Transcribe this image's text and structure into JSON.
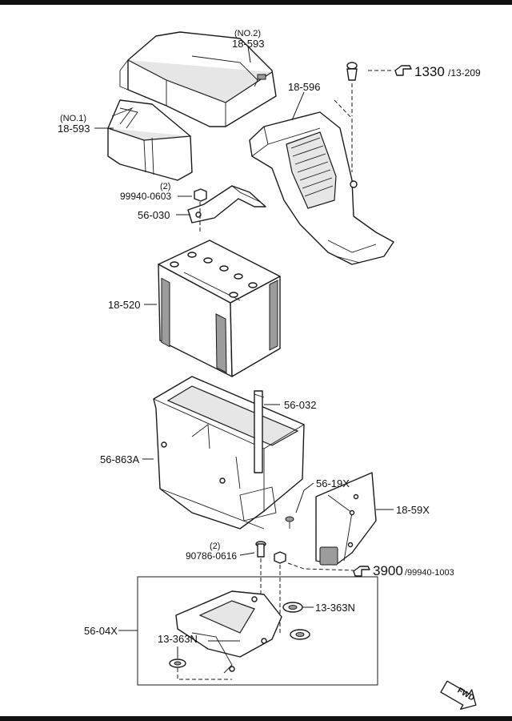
{
  "labels": {
    "no2": "(NO.2)",
    "p18_593_2": "18-593",
    "no1": "(NO.1)",
    "p18_593_1": "18-593",
    "p18_596": "18-596",
    "ref1330": "1330",
    "ref13_209": "/13-209",
    "qty1": "(2)",
    "p99940_0603": "99940-0603",
    "p56_030": "56-030",
    "p18_520": "18-520",
    "p56_032": "56-032",
    "p56_863A": "56-863A",
    "p56_19X": "56-19X",
    "p18_59X": "18-59X",
    "qty2": "(2)",
    "p90786_0616": "90786-0616",
    "ref3900": "3900",
    "ref99940_1003": "/99940-1003",
    "p56_04X": "56-04X",
    "p13_363N_a": "13-363N",
    "p13_363N_b": "13-363N",
    "fwd": "FWD"
  },
  "icons": [
    "pointing-hand-icon",
    "fwd-arrow-icon"
  ]
}
